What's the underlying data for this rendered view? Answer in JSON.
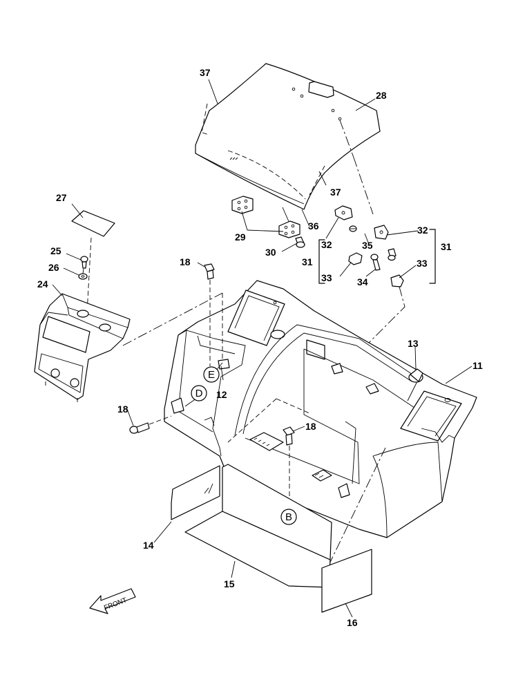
{
  "parts": [
    {
      "num": "37",
      "key": "p37a"
    },
    {
      "num": "28",
      "key": "p28"
    },
    {
      "num": "37",
      "key": "p37b"
    },
    {
      "num": "27",
      "key": "p27"
    },
    {
      "num": "29",
      "key": "p29"
    },
    {
      "num": "36",
      "key": "p36"
    },
    {
      "num": "32",
      "key": "p32a"
    },
    {
      "num": "32",
      "key": "p32b"
    },
    {
      "num": "31",
      "key": "p31a"
    },
    {
      "num": "31",
      "key": "p31b"
    },
    {
      "num": "30",
      "key": "p30"
    },
    {
      "num": "35",
      "key": "p35"
    },
    {
      "num": "25",
      "key": "p25"
    },
    {
      "num": "26",
      "key": "p26"
    },
    {
      "num": "24",
      "key": "p24"
    },
    {
      "num": "18",
      "key": "p18a"
    },
    {
      "num": "33",
      "key": "p33a"
    },
    {
      "num": "33",
      "key": "p33b"
    },
    {
      "num": "34",
      "key": "p34"
    },
    {
      "num": "13",
      "key": "p13"
    },
    {
      "num": "11",
      "key": "p11"
    },
    {
      "num": "12",
      "key": "p12"
    },
    {
      "num": "18",
      "key": "p18b"
    },
    {
      "num": "18",
      "key": "p18c"
    },
    {
      "num": "14",
      "key": "p14"
    },
    {
      "num": "15",
      "key": "p15"
    },
    {
      "num": "16",
      "key": "p16"
    }
  ],
  "callouts": [
    "E",
    "D",
    "B"
  ],
  "direction": "FRONT"
}
